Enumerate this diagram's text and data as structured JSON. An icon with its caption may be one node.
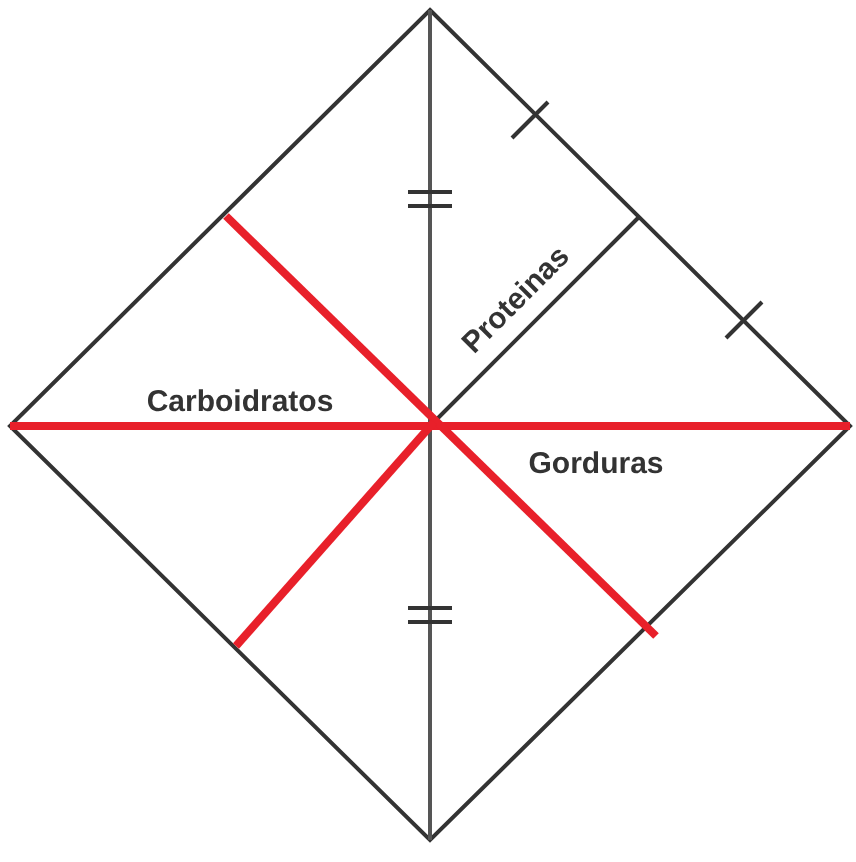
{
  "diagram": {
    "labels": [
      "Proteinas",
      "Carboidratos",
      "Gorduras"
    ]
  }
}
